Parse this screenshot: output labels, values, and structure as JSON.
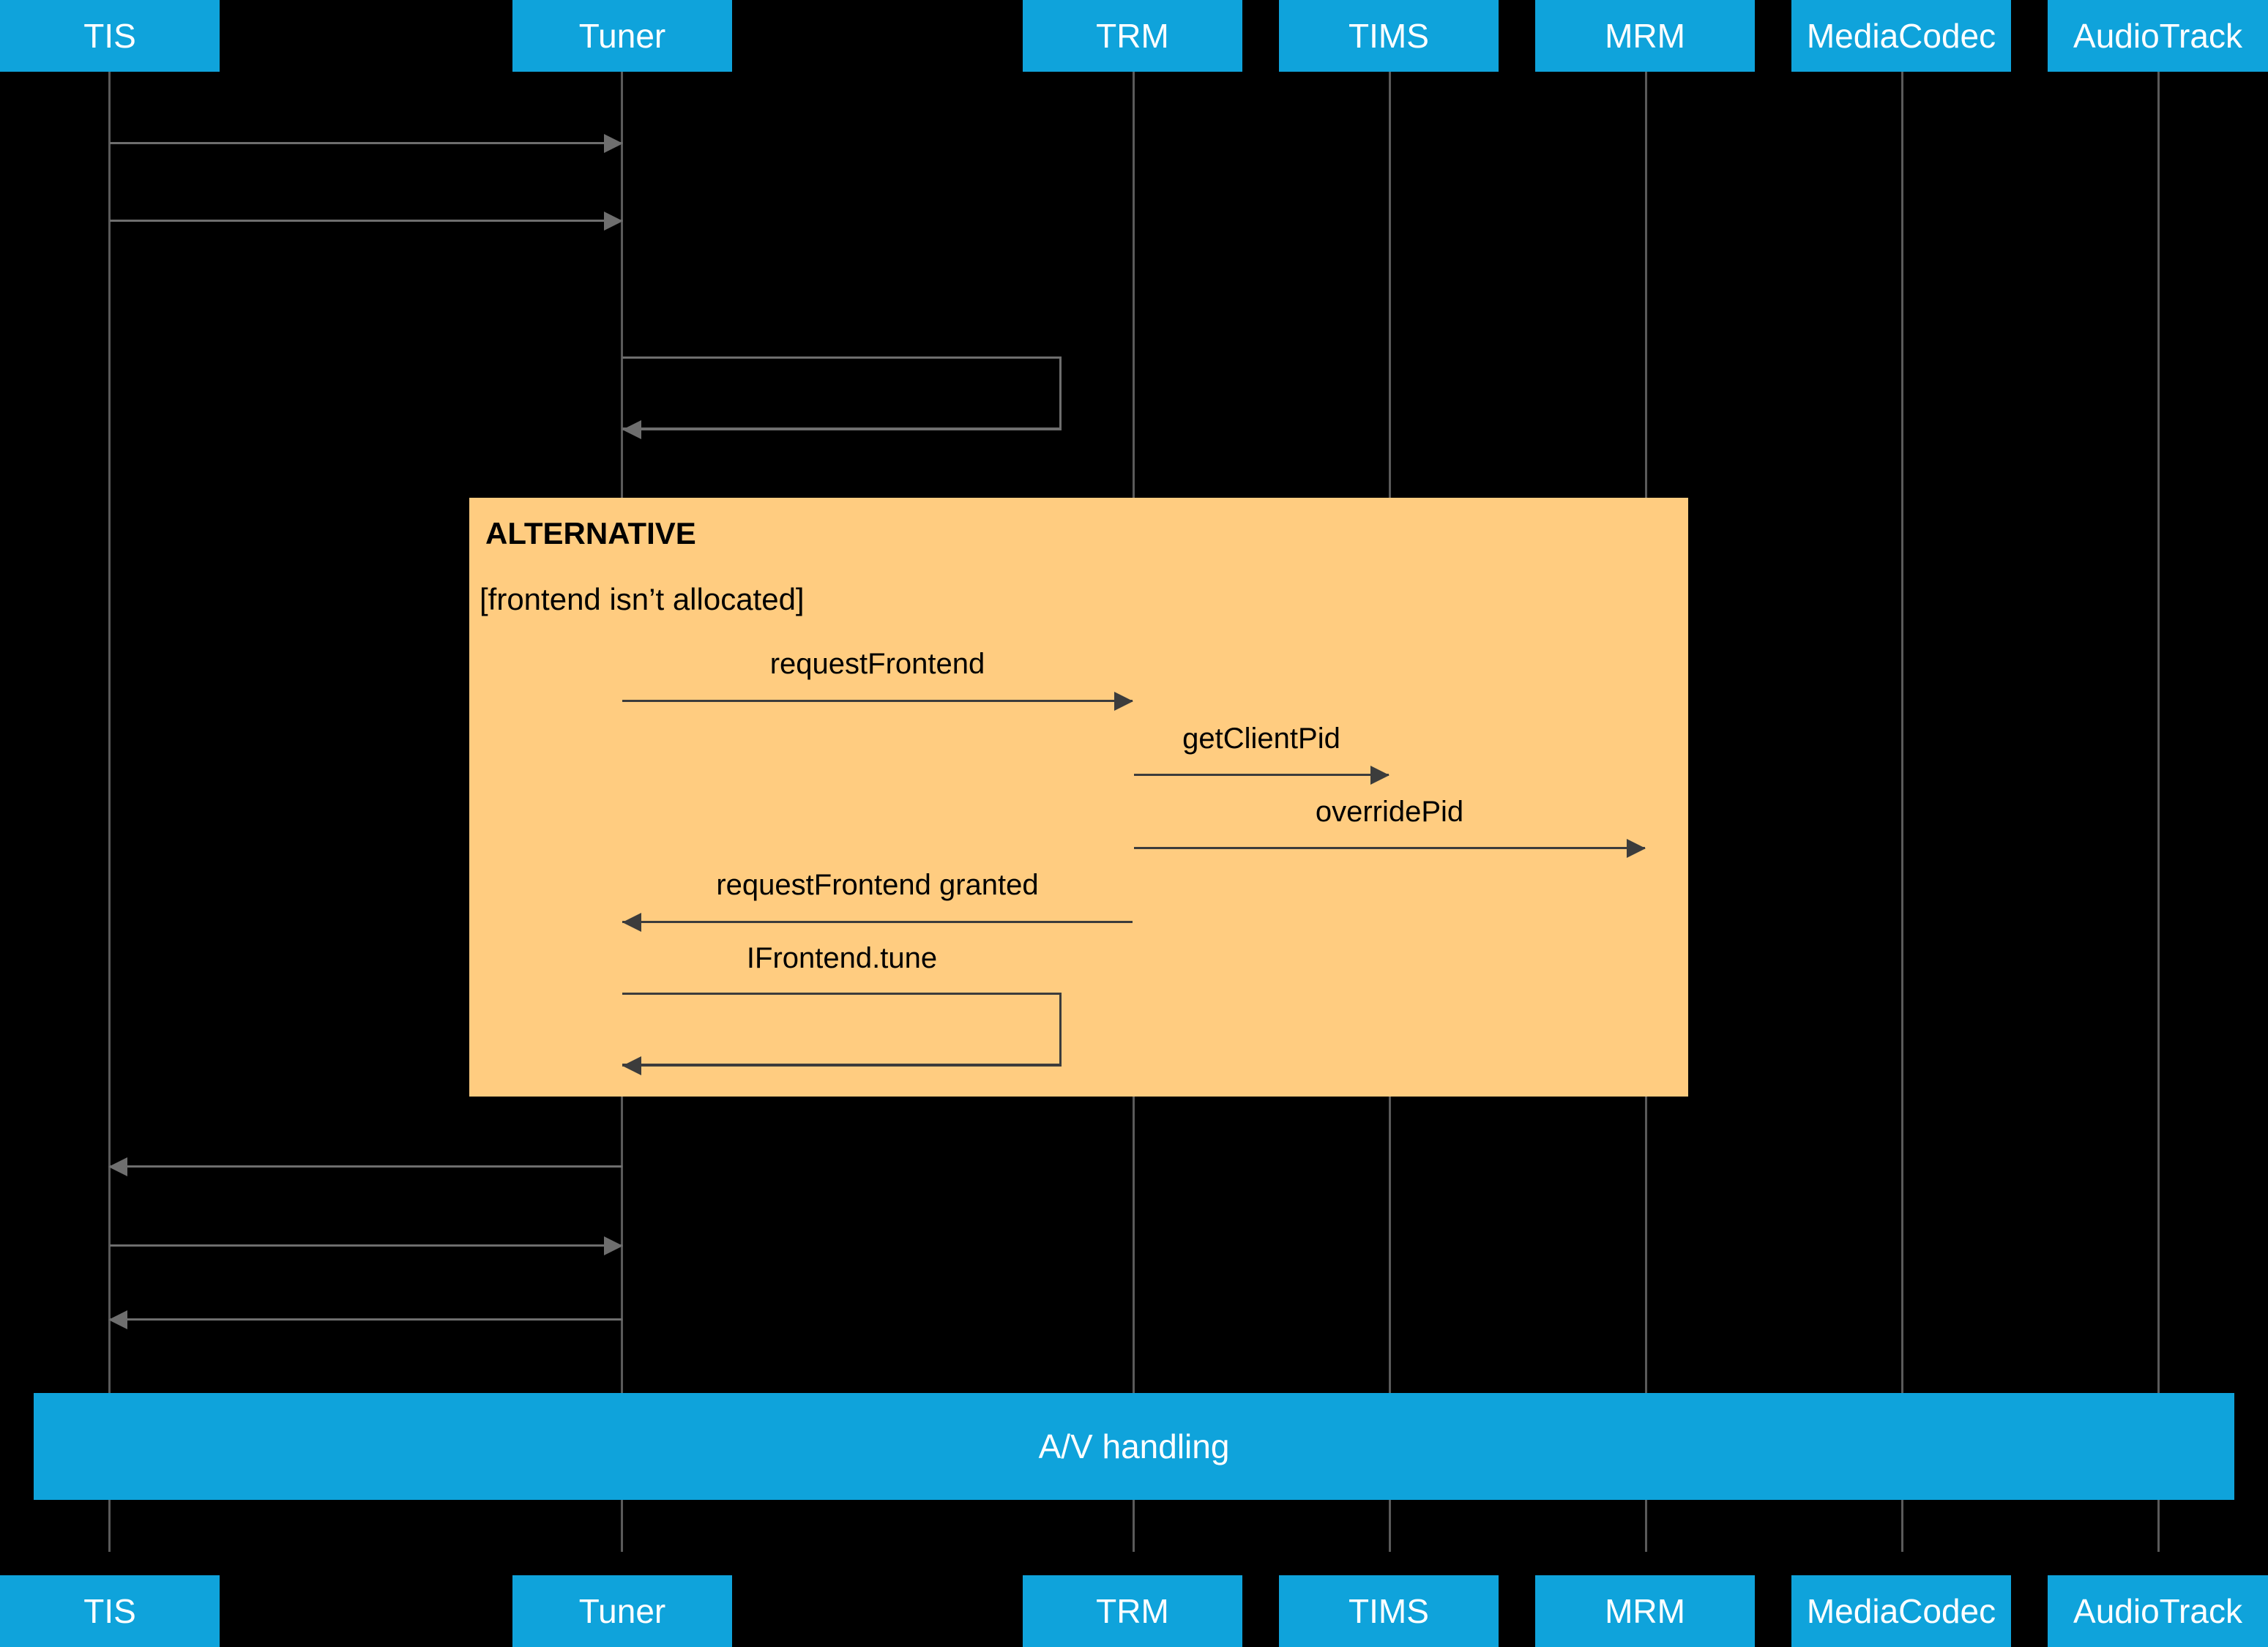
{
  "diagram": {
    "type": "uml-sequence-diagram",
    "background_color": "#000000",
    "actor_color": "#0FA3DB",
    "fragment_color": "#FFCC80",
    "line_color": "#3C3C3C",
    "dim_line_color": "#6E6E6E"
  },
  "actors": [
    {
      "id": "tis",
      "label": "TIS"
    },
    {
      "id": "tuner",
      "label": "Tuner"
    },
    {
      "id": "trm",
      "label": "TRM"
    },
    {
      "id": "tims",
      "label": "TIMS"
    },
    {
      "id": "mrm",
      "label": "MRM"
    },
    {
      "id": "mediacodec",
      "label": "MediaCodec"
    },
    {
      "id": "audiotrack",
      "label": "AudioTrack"
    }
  ],
  "fragment": {
    "operator": "ALTERNATIVE",
    "guard": "[frontend isn’t allocated]"
  },
  "messages": [
    {
      "id": "m1",
      "label": "",
      "from": "tis",
      "to": "tuner",
      "direction": "right"
    },
    {
      "id": "m2",
      "label": "",
      "from": "tis",
      "to": "tuner",
      "direction": "right"
    },
    {
      "id": "m3",
      "label": "",
      "from": "tuner",
      "to": "tuner",
      "direction": "self"
    },
    {
      "id": "m4",
      "label": "requestFrontend",
      "from": "tuner",
      "to": "trm",
      "direction": "right"
    },
    {
      "id": "m5",
      "label": "getClientPid",
      "from": "trm",
      "to": "tims",
      "direction": "right"
    },
    {
      "id": "m6",
      "label": "overridePid",
      "from": "trm",
      "to": "mrm",
      "direction": "right"
    },
    {
      "id": "m7",
      "label": "requestFrontend granted",
      "from": "trm",
      "to": "tuner",
      "direction": "left"
    },
    {
      "id": "m8",
      "label": "IFrontend.tune",
      "from": "tuner",
      "to": "tuner",
      "direction": "self"
    },
    {
      "id": "m9",
      "label": "",
      "from": "tuner",
      "to": "tis",
      "direction": "left"
    },
    {
      "id": "m10",
      "label": "",
      "from": "tis",
      "to": "tuner",
      "direction": "right"
    },
    {
      "id": "m11",
      "label": "",
      "from": "tuner",
      "to": "tis",
      "direction": "left"
    }
  ],
  "summary_bar": {
    "label": "A/V handling"
  }
}
